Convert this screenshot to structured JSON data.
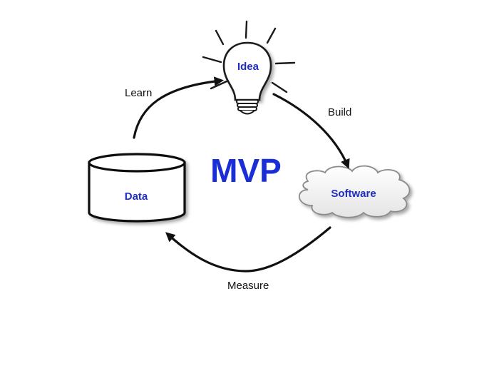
{
  "diagram": {
    "center_title": "MVP",
    "nodes": {
      "idea": "Idea",
      "software": "Software",
      "data": "Data"
    },
    "edges": {
      "build": "Build",
      "measure": "Measure",
      "learn": "Learn"
    }
  }
}
